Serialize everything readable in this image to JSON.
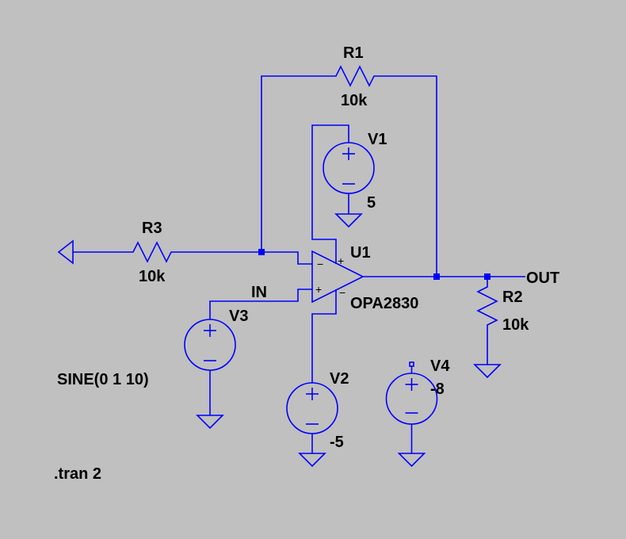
{
  "components": {
    "R1": {
      "name": "R1",
      "value": "10k"
    },
    "R2": {
      "name": "R2",
      "value": "10k"
    },
    "R3": {
      "name": "R3",
      "value": "10k"
    },
    "V1": {
      "name": "V1",
      "value": "5"
    },
    "V2": {
      "name": "V2",
      "value": "-5"
    },
    "V3": {
      "name": "V3",
      "value": "SINE(0 1 10)"
    },
    "V4": {
      "name": "V4",
      "value": "-8"
    },
    "U1": {
      "name": "U1",
      "value": "OPA2830"
    }
  },
  "nets": {
    "in": "IN",
    "out": "OUT"
  },
  "directive": ".tran 2",
  "opamp_pins": {
    "minus": "−",
    "plus": "+"
  },
  "colors": {
    "background": "#c0c0c0",
    "wire": "#0000ff",
    "text": "#000000"
  }
}
